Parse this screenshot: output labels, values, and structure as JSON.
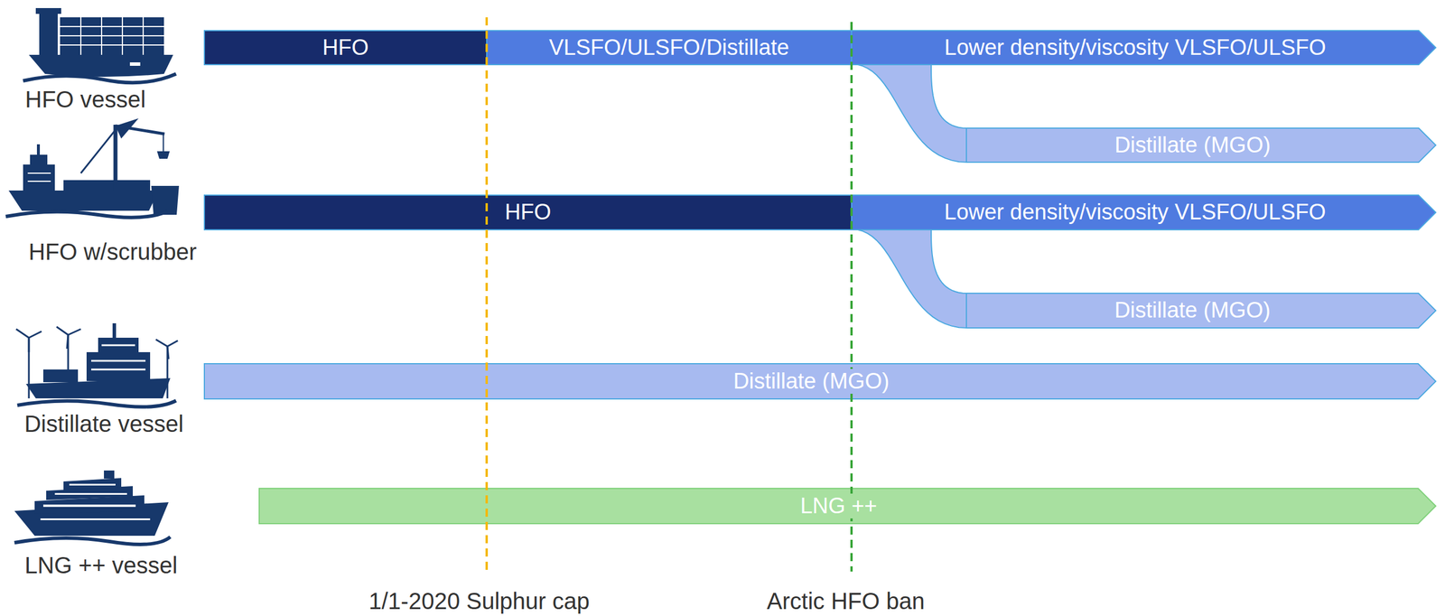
{
  "diagram": {
    "nodes": [
      {
        "text": [
          "HFO"
        ]
      },
      {
        "text": [
          "VLSFO/ULSFO/Distillate"
        ]
      },
      {
        "text": [
          "Lower density/viscosity VLSFO/ULSFO"
        ]
      },
      {
        "text": [
          "Distillate (MGO)"
        ]
      },
      {
        "text": [
          "HFO"
        ]
      },
      {
        "text": [
          "Lower density/viscosity VLSFO/ULSFO"
        ]
      },
      {
        "text": [
          "Distillate (MGO)"
        ]
      },
      {
        "text": [
          "Distillate (MGO)"
        ]
      },
      {
        "text": [
          "LNG ++"
        ]
      }
    ],
    "edges": [
      {
        "from": 2,
        "to": 3,
        "arrow": "none"
      },
      {
        "from": 5,
        "to": 6,
        "arrow": "none"
      }
    ],
    "labels": [
      "HFO vessel",
      "HFO w/scrubber",
      "Distillate vessel",
      "LNG ++ vessel",
      "1/1-2020 Sulphur cap",
      "Arctic HFO ban"
    ]
  }
}
